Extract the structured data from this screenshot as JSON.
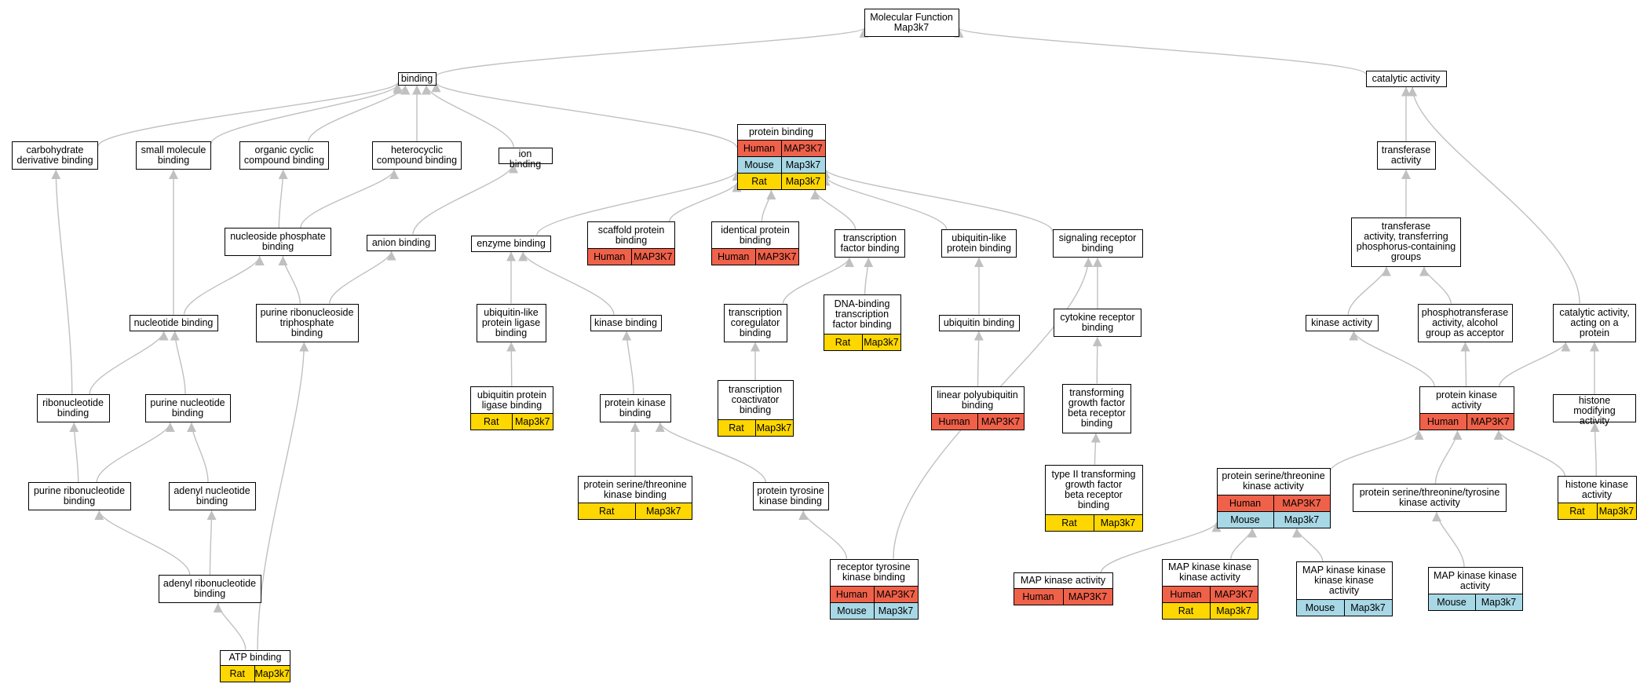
{
  "colors": {
    "Human": "#f0614a",
    "Mouse": "#a8d8e6",
    "Rat": "#ffd700",
    "edge": "#c0c0c0"
  },
  "nodes": [
    {
      "id": "mf",
      "label": "Molecular Function\nMap3k7"
    },
    {
      "id": "binding",
      "label": "binding"
    },
    {
      "id": "catalytic",
      "label": "catalytic activity"
    },
    {
      "id": "carb",
      "label": "carbohydrate\nderivative binding"
    },
    {
      "id": "smallmol",
      "label": "small molecule\nbinding"
    },
    {
      "id": "orgcyc",
      "label": "organic cyclic\ncompound binding"
    },
    {
      "id": "hetcyc",
      "label": "heterocyclic\ncompound binding"
    },
    {
      "id": "ionb",
      "label": "ion binding"
    },
    {
      "id": "protb",
      "label": "protein binding",
      "rows": [
        {
          "species": "Human",
          "gene": "MAP3K7"
        },
        {
          "species": "Mouse",
          "gene": "Map3k7"
        },
        {
          "species": "Rat",
          "gene": "Map3k7"
        }
      ]
    },
    {
      "id": "transferase",
      "label": "transferase\nactivity"
    },
    {
      "id": "nucphos",
      "label": "nucleoside phosphate\nbinding"
    },
    {
      "id": "anion",
      "label": "anion binding"
    },
    {
      "id": "enzyme",
      "label": "enzyme binding"
    },
    {
      "id": "scaffold",
      "label": "scaffold protein\nbinding",
      "rows": [
        {
          "species": "Human",
          "gene": "MAP3K7"
        }
      ]
    },
    {
      "id": "identical",
      "label": "identical protein\nbinding",
      "rows": [
        {
          "species": "Human",
          "gene": "MAP3K7"
        }
      ]
    },
    {
      "id": "tfbind",
      "label": "transcription\nfactor binding"
    },
    {
      "id": "ublike",
      "label": "ubiquitin-like\nprotein binding"
    },
    {
      "id": "sigrec",
      "label": "signaling receptor\nbinding"
    },
    {
      "id": "transphos",
      "label": "transferase\nactivity, transferring\nphosphorus-containing\ngroups"
    },
    {
      "id": "nucb",
      "label": "nucleotide binding"
    },
    {
      "id": "purribotri",
      "label": "purine ribonucleoside\ntriphosphate\nbinding"
    },
    {
      "id": "ubligase",
      "label": "ubiquitin-like\nprotein ligase\nbinding"
    },
    {
      "id": "kinb",
      "label": "kinase binding"
    },
    {
      "id": "coreg",
      "label": "transcription\ncoregulator\nbinding"
    },
    {
      "id": "dnabind",
      "label": "DNA-binding\ntranscription\nfactor binding",
      "rows": [
        {
          "species": "Rat",
          "gene": "Map3k7"
        }
      ]
    },
    {
      "id": "ubiq",
      "label": "ubiquitin binding"
    },
    {
      "id": "cytok",
      "label": "cytokine receptor\nbinding"
    },
    {
      "id": "kinact",
      "label": "kinase activity"
    },
    {
      "id": "phosalc",
      "label": "phosphotransferase\nactivity, alcohol\ngroup as acceptor"
    },
    {
      "id": "catprot",
      "label": "catalytic activity,\nacting on a\nprotein"
    },
    {
      "id": "ribonuc",
      "label": "ribonucleotide\nbinding"
    },
    {
      "id": "purnuc",
      "label": "purine nucleotide\nbinding"
    },
    {
      "id": "ubprotlig",
      "label": "ubiquitin protein\nligase binding",
      "rows": [
        {
          "species": "Rat",
          "gene": "Map3k7"
        }
      ]
    },
    {
      "id": "protkinb",
      "label": "protein kinase\nbinding"
    },
    {
      "id": "coact",
      "label": "transcription\ncoactivator\nbinding",
      "rows": [
        {
          "species": "Rat",
          "gene": "Map3k7"
        }
      ]
    },
    {
      "id": "linpoly",
      "label": "linear polyubiquitin\nbinding",
      "rows": [
        {
          "species": "Human",
          "gene": "MAP3K7"
        }
      ]
    },
    {
      "id": "tgfb",
      "label": "transforming\ngrowth factor\nbeta receptor\nbinding"
    },
    {
      "id": "protkinact",
      "label": "protein kinase\nactivity",
      "rows": [
        {
          "species": "Human",
          "gene": "MAP3K7"
        }
      ]
    },
    {
      "id": "histmod",
      "label": "histone modifying\nactivity"
    },
    {
      "id": "purribo",
      "label": "purine ribonucleotide\nbinding"
    },
    {
      "id": "adenyl",
      "label": "adenyl nucleotide\nbinding"
    },
    {
      "id": "pstkb",
      "label": "protein serine/threonine\nkinase binding",
      "rows": [
        {
          "species": "Rat",
          "gene": "Map3k7"
        }
      ]
    },
    {
      "id": "ptkb",
      "label": "protein tyrosine\nkinase binding"
    },
    {
      "id": "tgfb2",
      "label": "type II transforming\ngrowth factor\nbeta receptor\nbinding",
      "rows": [
        {
          "species": "Rat",
          "gene": "Map3k7"
        }
      ]
    },
    {
      "id": "pstka",
      "label": "protein serine/threonine\nkinase activity",
      "rows": [
        {
          "species": "Human",
          "gene": "MAP3K7"
        },
        {
          "species": "Mouse",
          "gene": "Map3k7"
        }
      ]
    },
    {
      "id": "pstytka",
      "label": "protein serine/threonine/tyrosine\nkinase activity"
    },
    {
      "id": "histkin",
      "label": "histone kinase\nactivity",
      "rows": [
        {
          "species": "Rat",
          "gene": "Map3k7"
        }
      ]
    },
    {
      "id": "adenribo",
      "label": "adenyl ribonucleotide\nbinding"
    },
    {
      "id": "rtkb",
      "label": "receptor tyrosine\nkinase binding",
      "rows": [
        {
          "species": "Human",
          "gene": "MAP3K7"
        },
        {
          "species": "Mouse",
          "gene": "Map3k7"
        }
      ]
    },
    {
      "id": "mapk",
      "label": "MAP kinase activity",
      "rows": [
        {
          "species": "Human",
          "gene": "MAP3K7"
        }
      ]
    },
    {
      "id": "mapkk",
      "label": "MAP kinase kinase\nkinase activity",
      "rows": [
        {
          "species": "Human",
          "gene": "MAP3K7"
        },
        {
          "species": "Rat",
          "gene": "Map3k7"
        }
      ]
    },
    {
      "id": "mapkkkk",
      "label": "MAP kinase kinase\nkinase kinase\nactivity",
      "rows": [
        {
          "species": "Mouse",
          "gene": "Map3k7"
        }
      ]
    },
    {
      "id": "mapkk2",
      "label": "MAP kinase kinase\nactivity",
      "rows": [
        {
          "species": "Mouse",
          "gene": "Map3k7"
        }
      ]
    },
    {
      "id": "atp",
      "label": "ATP binding",
      "rows": [
        {
          "species": "Rat",
          "gene": "Map3k7"
        }
      ]
    }
  ],
  "edges": [
    [
      "binding",
      "mf"
    ],
    [
      "catalytic",
      "mf"
    ],
    [
      "carb",
      "binding"
    ],
    [
      "smallmol",
      "binding"
    ],
    [
      "orgcyc",
      "binding"
    ],
    [
      "hetcyc",
      "binding"
    ],
    [
      "ionb",
      "binding"
    ],
    [
      "protb",
      "binding"
    ],
    [
      "transferase",
      "catalytic"
    ],
    [
      "catprot",
      "catalytic"
    ],
    [
      "nucphos",
      "orgcyc"
    ],
    [
      "nucphos",
      "hetcyc"
    ],
    [
      "anion",
      "ionb"
    ],
    [
      "enzyme",
      "protb"
    ],
    [
      "scaffold",
      "protb"
    ],
    [
      "identical",
      "protb"
    ],
    [
      "tfbind",
      "protb"
    ],
    [
      "ublike",
      "protb"
    ],
    [
      "sigrec",
      "protb"
    ],
    [
      "transphos",
      "transferase"
    ],
    [
      "nucb",
      "nucphos"
    ],
    [
      "nucb",
      "smallmol"
    ],
    [
      "purribotri",
      "nucphos"
    ],
    [
      "purribotri",
      "anion"
    ],
    [
      "ubligase",
      "enzyme"
    ],
    [
      "kinb",
      "enzyme"
    ],
    [
      "coreg",
      "tfbind"
    ],
    [
      "dnabind",
      "tfbind"
    ],
    [
      "ubiq",
      "ublike"
    ],
    [
      "cytok",
      "sigrec"
    ],
    [
      "kinact",
      "transphos"
    ],
    [
      "phosalc",
      "transphos"
    ],
    [
      "ribonuc",
      "carb"
    ],
    [
      "ribonuc",
      "nucb"
    ],
    [
      "purnuc",
      "nucb"
    ],
    [
      "ubprotlig",
      "ubligase"
    ],
    [
      "protkinb",
      "kinb"
    ],
    [
      "coact",
      "coreg"
    ],
    [
      "linpoly",
      "ubiq"
    ],
    [
      "tgfb",
      "cytok"
    ],
    [
      "protkinact",
      "kinact"
    ],
    [
      "protkinact",
      "phosalc"
    ],
    [
      "protkinact",
      "catprot"
    ],
    [
      "histmod",
      "catprot"
    ],
    [
      "purribo",
      "ribonuc"
    ],
    [
      "purribo",
      "purnuc"
    ],
    [
      "adenyl",
      "purnuc"
    ],
    [
      "pstkb",
      "protkinb"
    ],
    [
      "ptkb",
      "protkinb"
    ],
    [
      "tgfb2",
      "tgfb"
    ],
    [
      "pstka",
      "protkinact"
    ],
    [
      "pstytka",
      "protkinact"
    ],
    [
      "histkin",
      "protkinact"
    ],
    [
      "histkin",
      "histmod"
    ],
    [
      "adenribo",
      "purribo"
    ],
    [
      "adenribo",
      "adenyl"
    ],
    [
      "rtkb",
      "ptkb"
    ],
    [
      "rtkb",
      "sigrec"
    ],
    [
      "mapk",
      "pstka"
    ],
    [
      "mapkk",
      "pstka"
    ],
    [
      "mapkkkk",
      "pstka"
    ],
    [
      "mapkk2",
      "pstytka"
    ],
    [
      "atp",
      "adenribo"
    ],
    [
      "atp",
      "purribotri"
    ]
  ]
}
